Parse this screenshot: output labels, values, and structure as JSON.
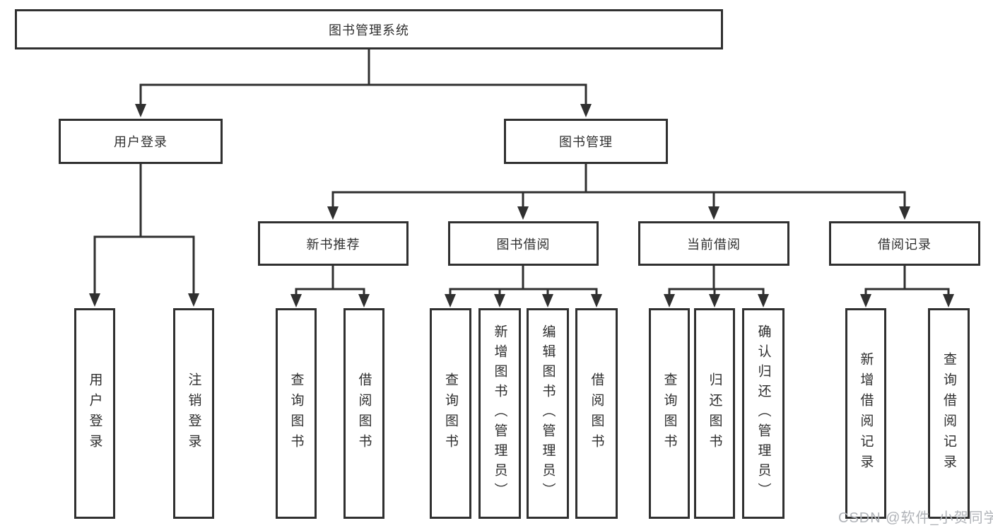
{
  "diagram": {
    "title": "图书管理系统",
    "type": "hierarchy-tree",
    "colors": {
      "line": "#303030",
      "box_border": "#303030",
      "text": "#2f2f2f",
      "background": "#ffffff",
      "watermark": "#b0b3b8"
    },
    "nodes": {
      "root": "图书管理系统",
      "userLogin": "用户登录",
      "bookMgmt": "图书管理",
      "leafUserLogin": "用户登录",
      "leafLogout": "注销登录",
      "newBooks": "新书推荐",
      "bookBorrow": "图书借阅",
      "currentBorrow": "当前借阅",
      "borrowRecords": "借阅记录",
      "nbQuery": "查询图书",
      "nbBorrow": "借阅图书",
      "bwQuery": "查询图书",
      "bwAdd": "新增图书（管理员）",
      "bwEdit": "编辑图书（管理员）",
      "bwBorrow": "借阅图书",
      "curQuery": "查询图书",
      "curReturn": "归还图书",
      "curConfirm": "确认归还（管理员）",
      "recAdd": "新增借阅记录",
      "recQuery": "查询借阅记录"
    },
    "hierarchy": {
      "图书管理系统": {
        "用户登录": [
          "用户登录",
          "注销登录"
        ],
        "图书管理": {
          "新书推荐": [
            "查询图书",
            "借阅图书"
          ],
          "图书借阅": [
            "查询图书",
            "新增图书（管理员）",
            "编辑图书（管理员）",
            "借阅图书"
          ],
          "当前借阅": [
            "查询图书",
            "归还图书",
            "确认归还（管理员）"
          ],
          "借阅记录": [
            "新增借阅记录",
            "查询借阅记录"
          ]
        }
      }
    }
  },
  "watermark": {
    "text": "CSDN @软件_小贺同学"
  }
}
